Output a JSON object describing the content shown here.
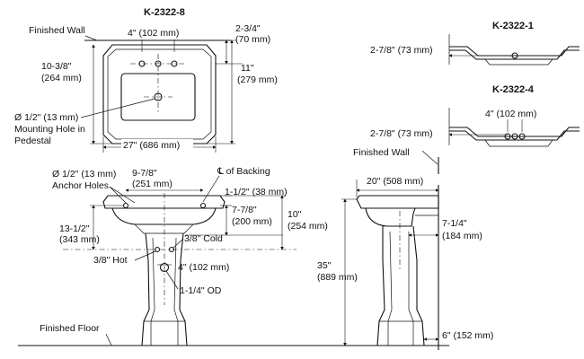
{
  "top_view": {
    "model": "K-2322-8",
    "finished_wall": "Finished Wall",
    "spread": "4\" (102 mm)",
    "setback": "2-3/4\"",
    "setback_mm": "(70 mm)",
    "depth": "10-3/8\"",
    "depth_mm": "(264 mm)",
    "depth_right": "11\"",
    "depth_right_mm": "(279 mm)",
    "hole_1": "Ø 1/2\" (13 mm)",
    "hole_2": "Mounting Hole in",
    "hole_3": "Pedestal",
    "width": "27\" (686 mm)"
  },
  "variant_1": {
    "model": "K-2322-1",
    "dim": "2-7/8\" (73 mm)"
  },
  "variant_4": {
    "model": "K-2322-4",
    "dim": "2-7/8\" (73 mm)",
    "spread": "4\" (102 mm)"
  },
  "front_view": {
    "anchor_1": "Ø 1/2\" (13 mm)",
    "anchor_2": "Anchor Holes",
    "centers": "9-7/8\"",
    "centers_mm": "(251 mm)",
    "backing": "℄ of Backing",
    "top_offset": "1-1/2\" (38 mm)",
    "drop": "7-7/8\"",
    "drop_mm": "(200 mm)",
    "rim": "10\"",
    "rim_mm": "(254 mm)",
    "anchor_height": "13-1/2\"",
    "anchor_height_mm": "(343 mm)",
    "cold": "3/8\" Cold",
    "hot": "3/8\" Hot",
    "supply_spread": "4\" (102 mm)",
    "drain": "1-1/4\" OD",
    "finished_floor": "Finished Floor"
  },
  "side_view": {
    "finished_wall": "Finished Wall",
    "depth": "20\" (508 mm)",
    "trap": "7-1/4\"",
    "trap_mm": "(184 mm)",
    "height": "35\"",
    "height_mm": "(889 mm)",
    "base": "6\" (152 mm)"
  }
}
